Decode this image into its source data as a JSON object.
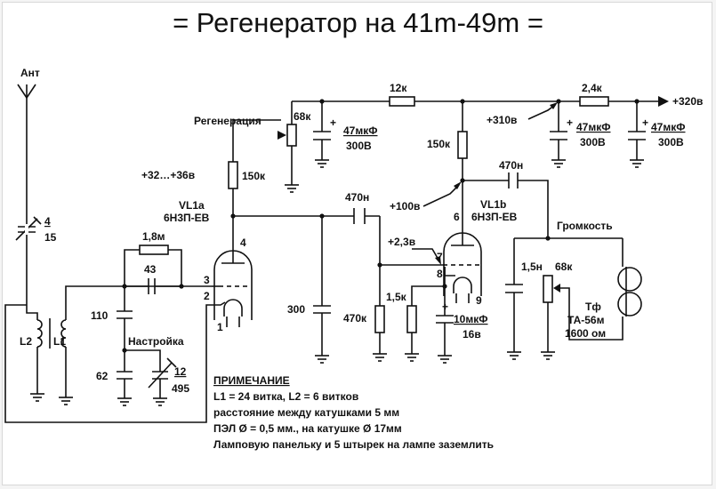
{
  "title": "= Регенератор на  41m-49m =",
  "labels": {
    "antenna": "Ант",
    "c_ant_top": "4",
    "c_ant_bottom": "15",
    "r_1m8": "1,8м",
    "c_43": "43",
    "c_110": "110",
    "tuning": "Настройка",
    "c_62": "62",
    "c_var_top": "12",
    "c_var_bottom": "495",
    "l2": "L2",
    "l1": "L1",
    "regeneration": "Регенерация",
    "pot_68k": "68к",
    "r_150k_a": "150к",
    "v_32_36": "+32…+36в",
    "vl1a": "VL1a",
    "tube_a": "6Н3П-ЕВ",
    "pin4": "4",
    "pin3": "3",
    "pin2": "2",
    "pin1": "1",
    "c_47_a_top": "47мкФ",
    "c_47_a_bottom": "300В",
    "r_12k": "12к",
    "c_300": "300",
    "c_470_a": "470н",
    "v_100": "+100в",
    "r_150k_b": "150к",
    "v_310": "+310в",
    "r_2_4k": "2,4к",
    "v_320": "+320в",
    "c_47_b_top": "47мкФ",
    "c_47_b_bottom": "300В",
    "c_47_c_top": "47мкФ",
    "c_47_c_bottom": "300В",
    "c_470_b": "470н",
    "vl1b": "VL1b",
    "tube_b": "6Н3П-ЕВ",
    "pin6": "6",
    "pin7": "7",
    "pin8": "8",
    "pin9": "9",
    "v_2_3": "+2,3в",
    "r_470k": "470к",
    "r_1_5k": "1,5к",
    "c_10_top": "10мкФ",
    "c_10_bottom": "16в",
    "volume": "Громкость",
    "c_1_5n": "1,5н",
    "pot_68k_b": "68к",
    "phones_1": "Тф",
    "phones_2": "ТА-56м",
    "phones_3": "1600 ом",
    "plus": "+"
  },
  "notes": {
    "heading": "ПРИМЕЧАНИЕ",
    "lines": [
      "L1 = 24 витка, L2 = 6 витков",
      "расстояние между катушками 5 мм",
      "ПЭЛ Ø = 0,5 мм., на катушке Ø 17мм",
      "Ламповую панельку и 5 штырек на лампе заземлить"
    ]
  }
}
